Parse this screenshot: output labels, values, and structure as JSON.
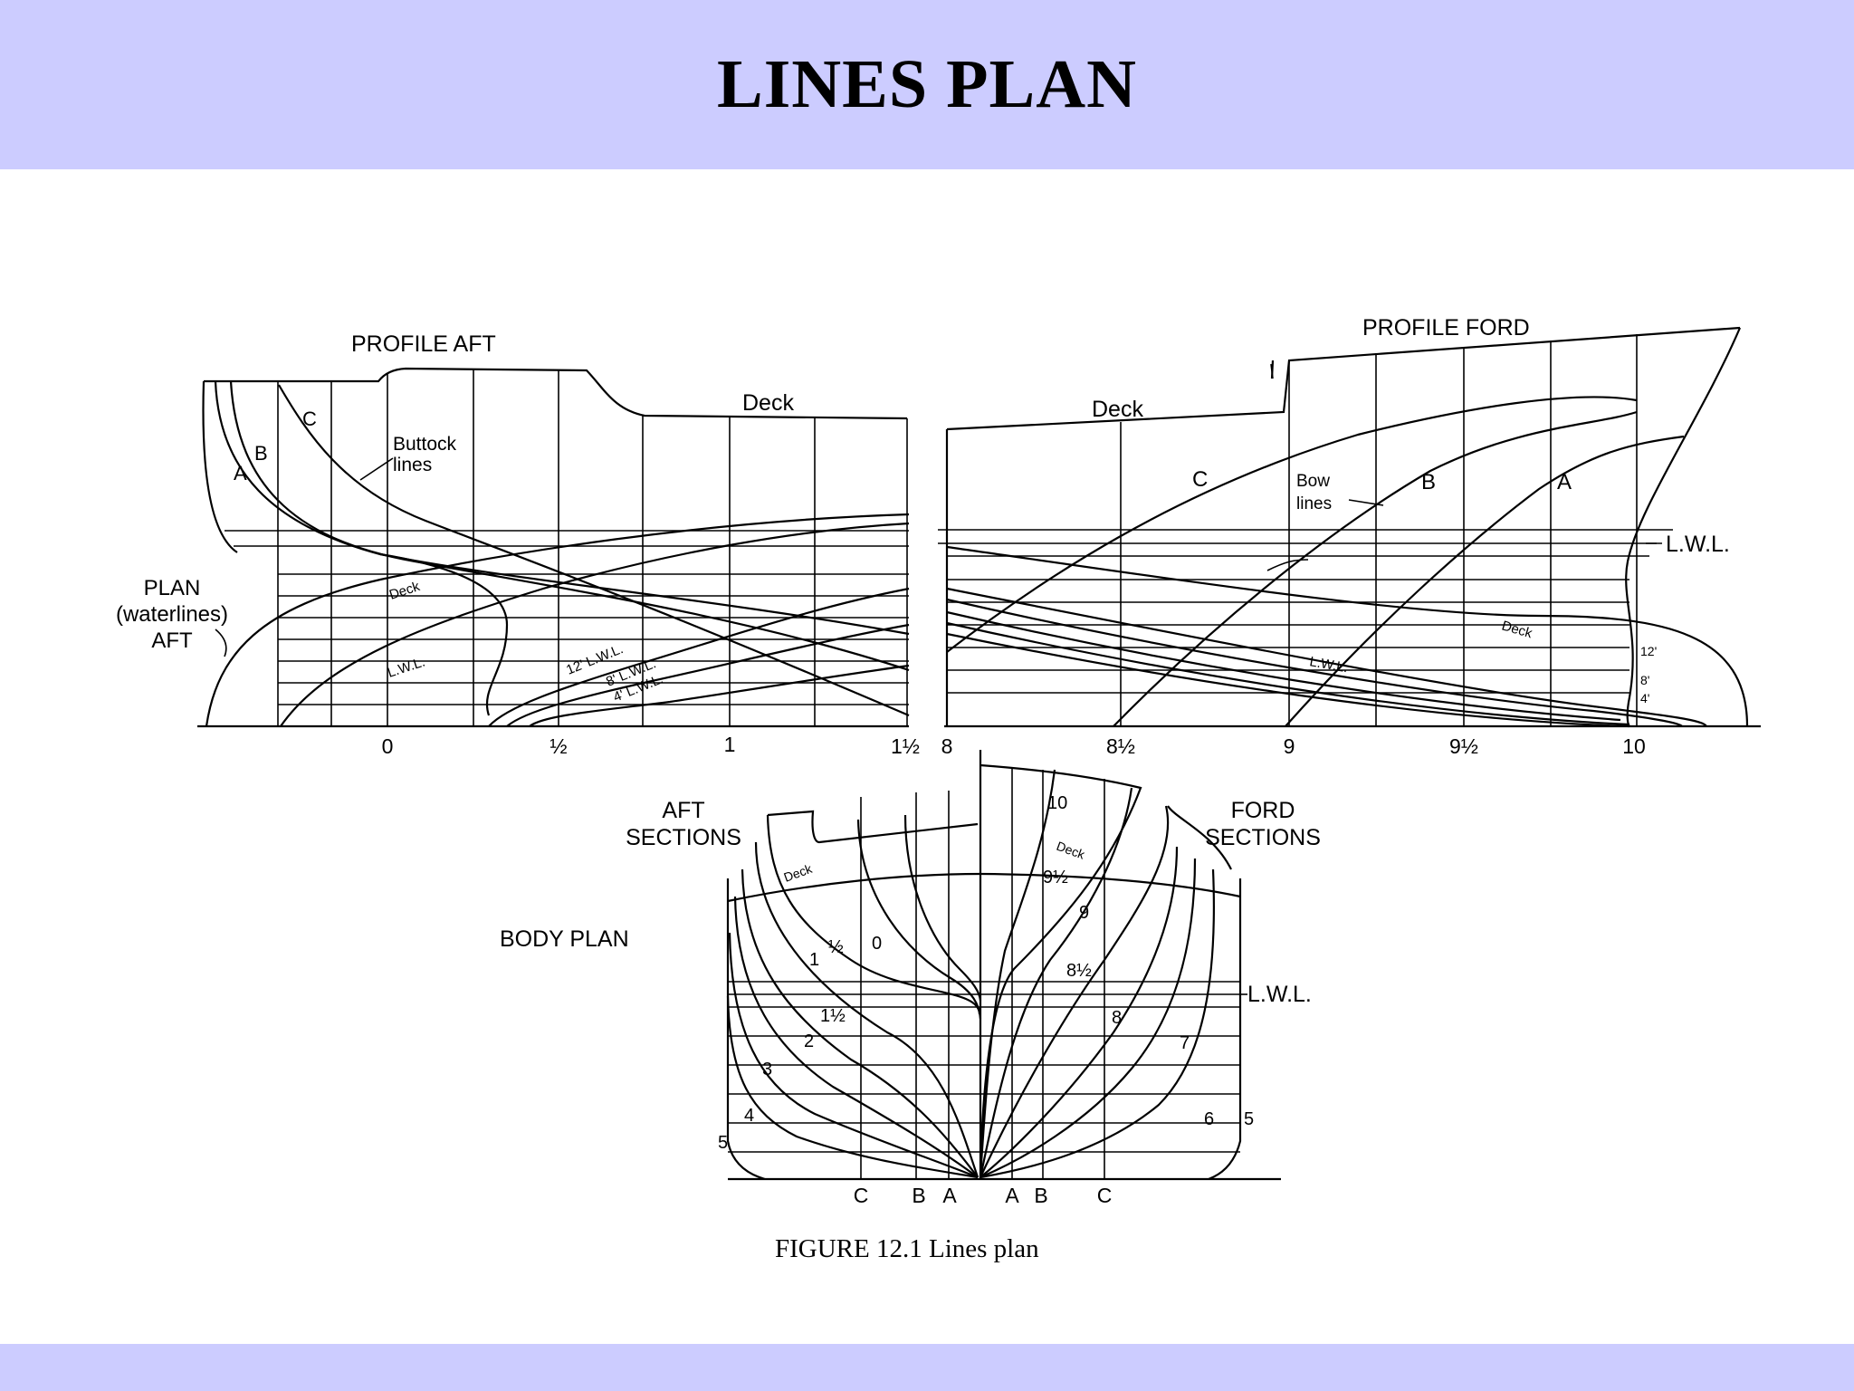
{
  "slide": {
    "title": "LINES PLAN",
    "header_color": "#ccccff",
    "footer_color": "#ccccff"
  },
  "figure": {
    "caption": "FIGURE 12.1  Lines plan",
    "profile_aft": {
      "title": "PROFILE AFT",
      "deck": "Deck",
      "buttock_label": [
        "Buttock",
        "lines"
      ],
      "buttocks": [
        "A",
        "B",
        "C"
      ],
      "plan_label": [
        "PLAN",
        "(waterlines)",
        "AFT"
      ],
      "plan_waterlines": [
        "Deck",
        "L.W.L.",
        "12' L.W.L.",
        "8' L.W.L.",
        "4' L.W.L."
      ],
      "station_ticks": [
        "0",
        "½",
        "1",
        "1½"
      ]
    },
    "profile_ford": {
      "title": "PROFILE FORD",
      "deck": "Deck",
      "bow_label": [
        "Bow",
        "lines"
      ],
      "bow_lines": [
        "C",
        "B",
        "A"
      ],
      "lwl": "L.W.L.",
      "plan_waterlines": [
        "Deck",
        "L.W.L.",
        "12'",
        "8'",
        "4'"
      ],
      "station_ticks": [
        "8",
        "8½",
        "9",
        "9½",
        "10"
      ]
    },
    "body_plan": {
      "title": "BODY PLAN",
      "aft_sections": [
        "AFT",
        "SECTIONS"
      ],
      "ford_sections": [
        "FORD",
        "SECTIONS"
      ],
      "lwl": "L.W.L.",
      "deck": "Deck",
      "aft_section_labels": [
        "0",
        "½",
        "1",
        "1½",
        "2",
        "3",
        "4",
        "5"
      ],
      "ford_section_labels": [
        "10",
        "9½",
        "9",
        "8½",
        "8",
        "7",
        "6",
        "5"
      ],
      "buttock_ticks_left": [
        "C",
        "B",
        "A"
      ],
      "buttock_ticks_right": [
        "A",
        "B",
        "C"
      ]
    }
  }
}
